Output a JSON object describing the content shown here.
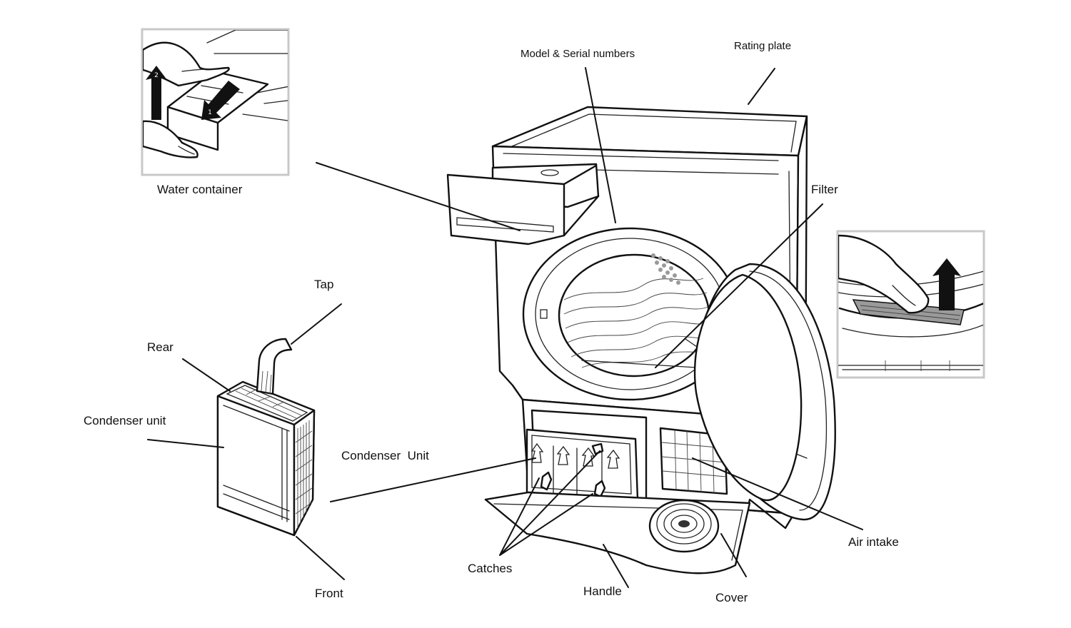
{
  "labels": {
    "water_container": "Water container",
    "model_serial": "Model & Serial numbers",
    "rating_plate": "Rating plate",
    "filter": "Filter",
    "tap": "Tap",
    "rear": "Rear",
    "condenser_unit_left": "Condenser unit",
    "condenser_unit_center": "Condenser  Unit",
    "front": "Front",
    "catches": "Catches",
    "handle": "Handle",
    "cover": "Cover",
    "air_intake": "Air intake"
  },
  "inset_step_numbers": [
    "2",
    "1"
  ],
  "colors": {
    "ink": "#111111",
    "inset_border": "#c8c8c8",
    "background": "#ffffff"
  }
}
